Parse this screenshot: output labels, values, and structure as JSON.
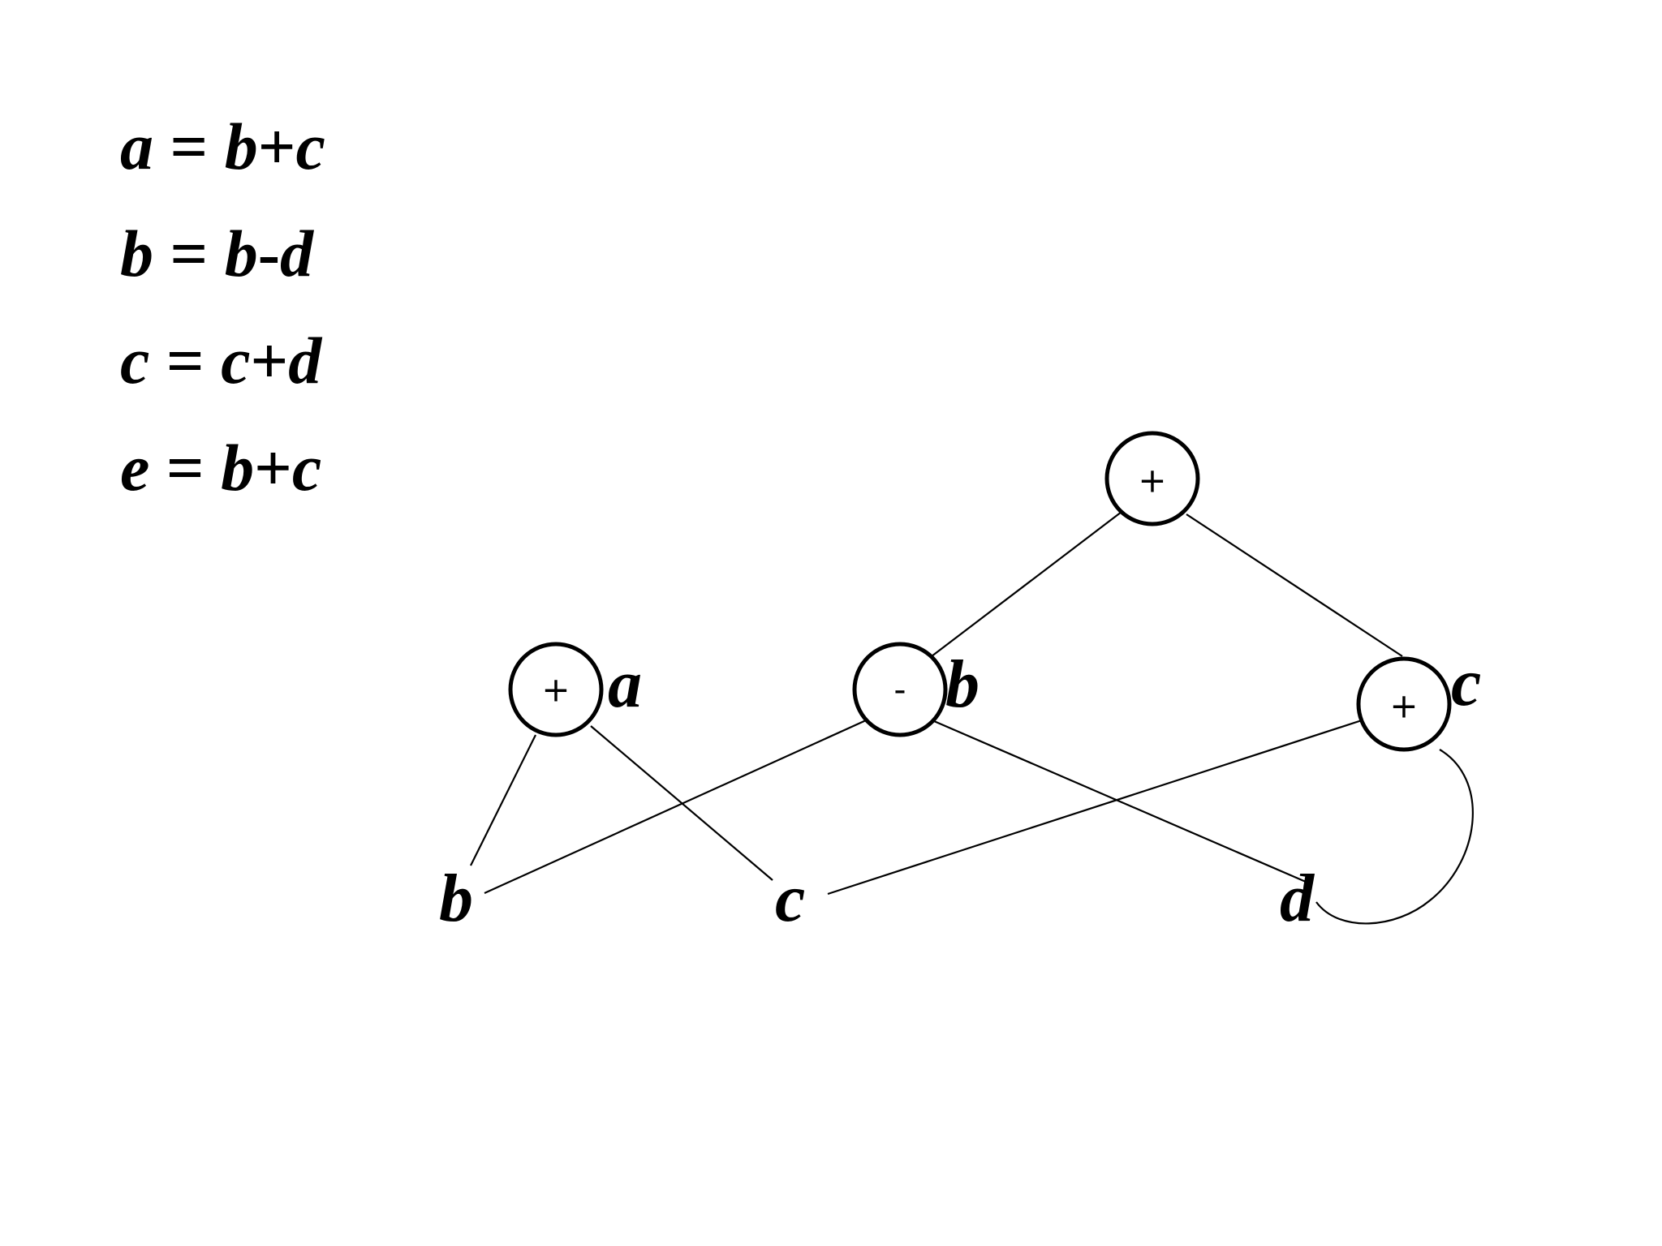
{
  "equations": [
    {
      "target": "a",
      "eq": "=",
      "lhs": "b",
      "op": "+",
      "rhs": "c"
    },
    {
      "target": "b",
      "eq": "=",
      "lhs": "b",
      "op": "-",
      "rhs": "d"
    },
    {
      "target": "c",
      "eq": "=",
      "lhs": "c",
      "op": "+",
      "rhs": "d"
    },
    {
      "target": "e",
      "eq": "=",
      "lhs": "b",
      "op": "+",
      "rhs": "c"
    }
  ],
  "dag": {
    "leaves": [
      {
        "id": "leaf-b",
        "label": "b"
      },
      {
        "id": "leaf-c",
        "label": "c"
      },
      {
        "id": "leaf-d",
        "label": "d"
      }
    ],
    "operators": [
      {
        "id": "op-a",
        "symbol": "+",
        "tag": "a"
      },
      {
        "id": "op-b",
        "symbol": "-",
        "tag": "b"
      },
      {
        "id": "op-c",
        "symbol": "+",
        "tag": "c"
      },
      {
        "id": "op-e",
        "symbol": "+",
        "tag": ""
      }
    ],
    "edges": [
      {
        "from": "op-a",
        "to": "leaf-b"
      },
      {
        "from": "op-a",
        "to": "leaf-c"
      },
      {
        "from": "op-b",
        "to": "leaf-b"
      },
      {
        "from": "op-b",
        "to": "leaf-d"
      },
      {
        "from": "op-c",
        "to": "leaf-c"
      },
      {
        "from": "op-c",
        "to": "leaf-d"
      },
      {
        "from": "op-e",
        "to": "op-b"
      },
      {
        "from": "op-e",
        "to": "op-c"
      }
    ]
  }
}
